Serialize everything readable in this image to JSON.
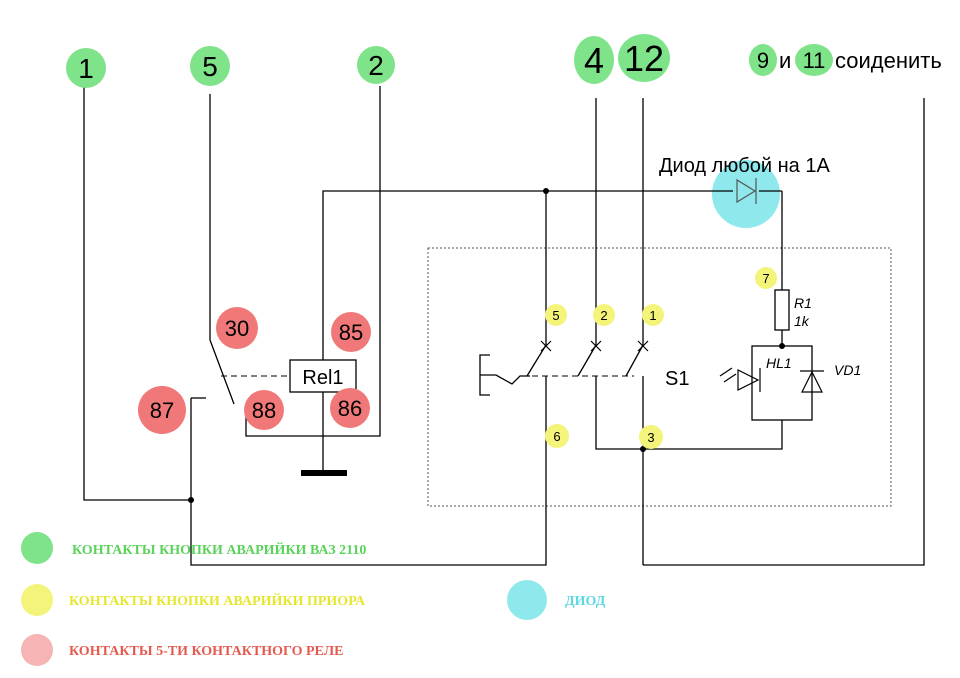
{
  "colors": {
    "green": "#7fe38a",
    "yellow": "#f4f47a",
    "red": "#f07878",
    "pink": "#f6b4b4",
    "cyan": "#8ee8ec",
    "wire": "#000000",
    "legend_green_text": "#5ad35a",
    "legend_yellow_text": "#e6e632",
    "legend_cyan_text": "#5bd9e3",
    "legend_red_text": "#e55a4f"
  },
  "badges": {
    "vaz_1": "1",
    "vaz_5": "5",
    "vaz_2": "2",
    "vaz_4": "4",
    "vaz_12": "12",
    "vaz_9": "9",
    "vaz_11": "11",
    "relay_30": "30",
    "relay_85": "85",
    "relay_87": "87",
    "relay_88": "88",
    "relay_86": "86",
    "priora_5": "5",
    "priora_2": "2",
    "priora_1": "1",
    "priora_7": "7",
    "priora_6": "6",
    "priora_3": "3"
  },
  "texts": {
    "join_word": "и",
    "join_tail": "соиденить",
    "diode_note": "Диод любой на 1А",
    "relay_label": "Rel1",
    "switch_label": "S1",
    "r1_name": "R1",
    "r1_value": "1k",
    "hl1": "HL1",
    "vd1": "VD1"
  },
  "legend": {
    "green": "КОНТАКТЫ КНОПКИ АВАРИЙКИ ВАЗ 2110",
    "yellow": "КОНТАКТЫ КНОПКИ АВАРИЙКИ ПРИОРА",
    "cyan": "ДИОД",
    "red": "КОНТАКТЫ 5-ТИ КОНТАКТНОГО РЕЛЕ"
  }
}
